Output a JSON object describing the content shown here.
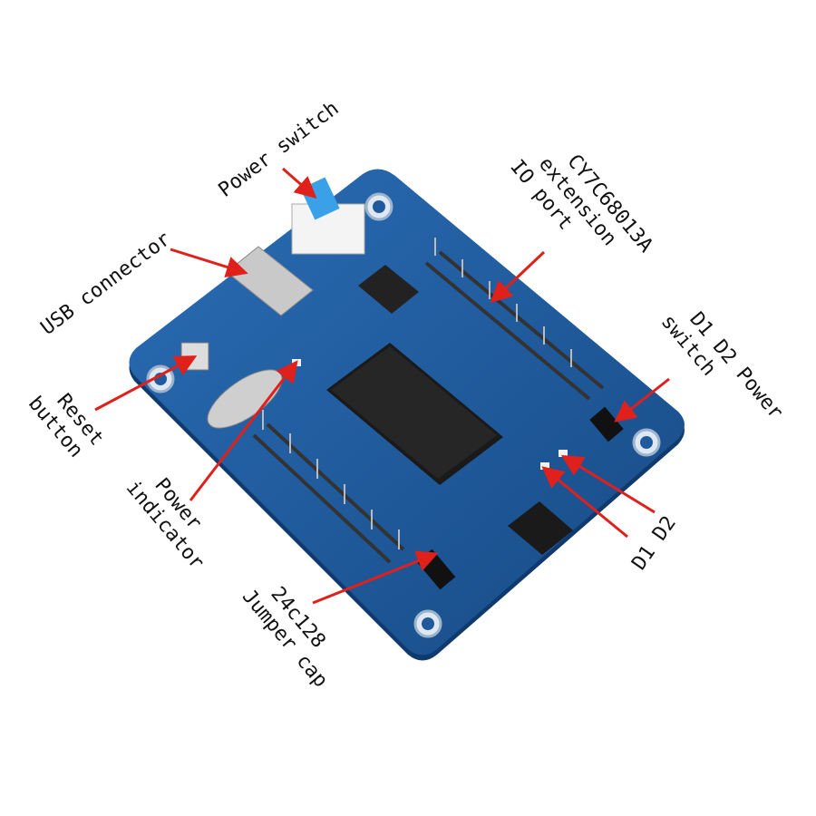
{
  "labels": {
    "power_switch": "Power switch",
    "usb_connector": "USB connector",
    "io_port_line1": "CY7C68013A",
    "io_port_line2": "extension",
    "io_port_line3": "IO port",
    "d1d2_power_line1": "D1 D2 Power",
    "d1d2_power_line2": "switch",
    "reset_line1": "Reset",
    "reset_line2": "button",
    "power_ind_line1": "Power",
    "power_ind_line2": "indicator",
    "jumper_line1": "24c128",
    "jumper_line2": "Jumper cap",
    "d1d2": "D1 D2"
  },
  "colors": {
    "board": "#1f5a9c",
    "arrow": "#e0201a",
    "chip": "#1a1a1a"
  }
}
